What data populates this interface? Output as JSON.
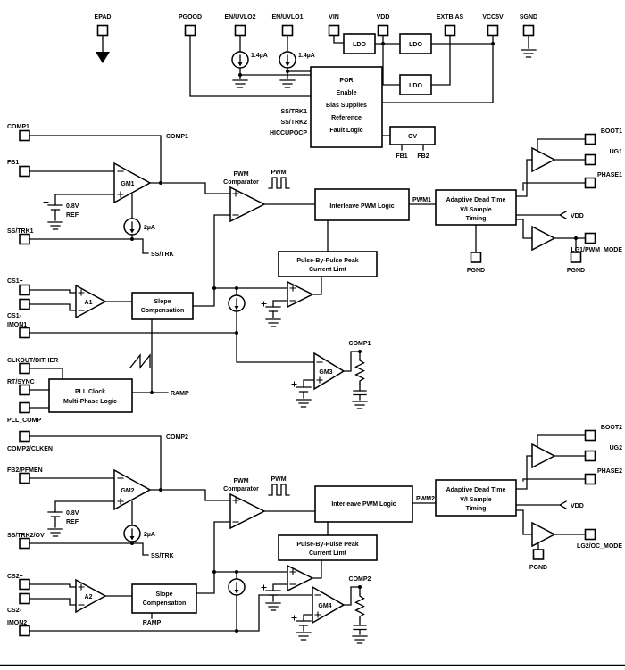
{
  "diagram": {
    "top_pins": [
      "EPAD",
      "PGOOD",
      "EN/UVLO2",
      "EN/UVLO1",
      "VIN",
      "VDD",
      "EXTBIAS",
      "VCC5V",
      "SGND"
    ],
    "left_pins": [
      "COMP1",
      "FB1",
      "SS/TRK1",
      "CS1+",
      "CS1-",
      "IMON1",
      "CLKOUT/DITHER",
      "RT/SYNC",
      "PLL_COMP",
      "COMP2/CLKEN",
      "FB2/PFMEN",
      "SS/TRK2/OV",
      "CS2+",
      "CS2-",
      "IMON2"
    ],
    "right_pins_ch1": [
      "BOOT1",
      "UG1",
      "PHASE1",
      "VDD",
      "LG1/PWM_MODE",
      "PGND",
      "PGND"
    ],
    "right_pins_ch2": [
      "BOOT2",
      "UG2",
      "PHASE2",
      "VDD",
      "LG2/OC_MODE",
      "PGND"
    ],
    "blocks": {
      "ldo": "LDO",
      "por_lines": [
        "POR",
        "Enable",
        "Bias Supplies",
        "Reference",
        "Fault Logic"
      ],
      "por_inputs": [
        "SS/TRK1",
        "SS/TRK2",
        "HICCUPOCP"
      ],
      "ov": "OV",
      "ov_inputs": [
        "FB1",
        "FB2"
      ],
      "interleave": "Interleave PWM Logic",
      "adaptive_lines": [
        "Adaptive Dead Time",
        "V/I Sample",
        "Timing"
      ],
      "pulse_lines": [
        "Pulse-By-Pulse Peak",
        "Current Limt"
      ],
      "slope_lines": [
        "Slope",
        "Compensation"
      ],
      "pll_lines": [
        "PLL Clock",
        "Multi-Phase Logic"
      ]
    },
    "amps": {
      "gm1": "GM1",
      "gm2": "GM2",
      "gm3": "GM3",
      "gm4": "GM4",
      "a1": "A1",
      "a2": "A2"
    },
    "labels": {
      "pwm_comp_lines": [
        "PWM",
        "Comparator"
      ],
      "pwm": "PWM",
      "pwm1": "PWM1",
      "pwm2": "PWM2",
      "comp1": "COMP1",
      "comp2": "COMP2",
      "sstrk": "SS/TRK",
      "ramp": "RAMP",
      "i_en": "1.4µA",
      "i_ss": "2µA",
      "vref_v": "0.8V",
      "vref": "REF"
    },
    "colors": {
      "line": "#000000",
      "background": "#ffffff"
    }
  }
}
